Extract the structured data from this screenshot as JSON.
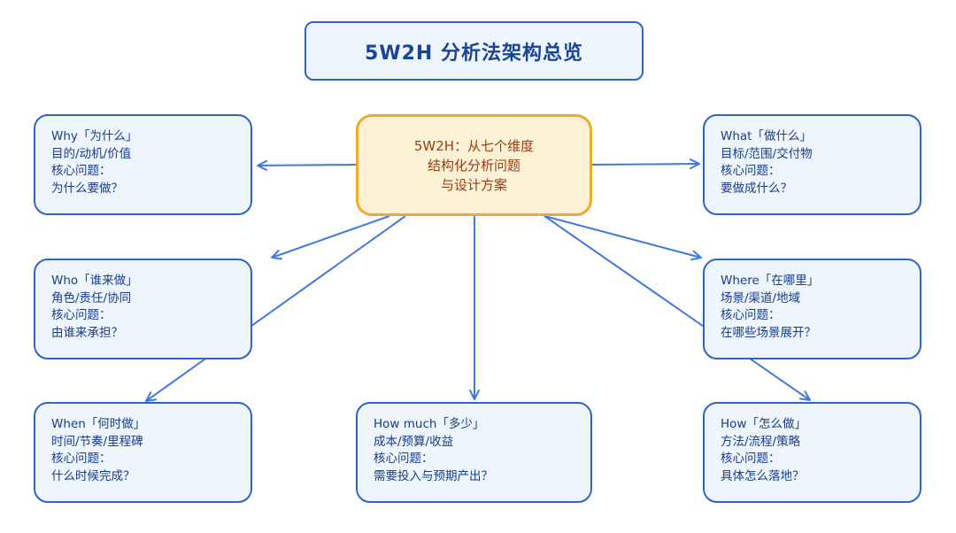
{
  "title": "5W2H 分析法架构总览",
  "center": {
    "lines": [
      "5W2H：从七个维度",
      "结构化分析问题",
      "与设计方案"
    ]
  },
  "nodes": {
    "why": {
      "heading": "Why「为什么」",
      "subject": "目的/动机/价值",
      "question_label": "核心问题：",
      "question": "为什么要做？"
    },
    "what": {
      "heading": "What「做什么」",
      "subject": "目标/范围/交付物",
      "question_label": "核心问题：",
      "question": "要做成什么？"
    },
    "who": {
      "heading": "Who「谁来做」",
      "subject": "角色/责任/协同",
      "question_label": "核心问题：",
      "question": "由谁来承担？"
    },
    "where": {
      "heading": "Where「在哪里」",
      "subject": "场景/渠道/地域",
      "question_label": "核心问题：",
      "question": "在哪些场景展开？"
    },
    "when": {
      "heading": "When「何时做」",
      "subject": "时间/节奏/里程碑",
      "question_label": "核心问题：",
      "question": "什么时候完成？"
    },
    "howmuch": {
      "heading": "How much「多少」",
      "subject": "成本/预算/收益",
      "question_label": "核心问题：",
      "question": "需要投入与预期产出？"
    },
    "how": {
      "heading": "How「怎么做」",
      "subject": "方法/流程/策略",
      "question_label": "核心问题：",
      "question": "具体怎么落地？"
    }
  },
  "colors": {
    "node_border": "#2e64c8",
    "node_fill": "#eef5fd",
    "center_border": "#f0a92e",
    "center_fill": "#fdf2d6",
    "arrow": "#3f7ae0",
    "title_text": "#1a4497",
    "center_text": "#9a3b12"
  }
}
